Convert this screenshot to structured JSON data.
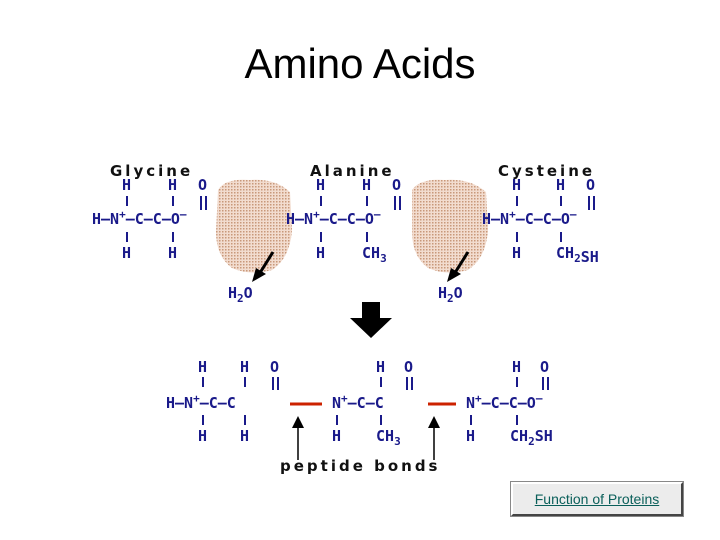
{
  "slide": {
    "title": "Amino Acids",
    "link_label": "Function of Proteins"
  },
  "diagram": {
    "amino_acids": [
      {
        "name": "Glycine",
        "side_chain": "H"
      },
      {
        "name": "Alanine",
        "side_chain": "CH3"
      },
      {
        "name": "Cysteine",
        "side_chain": "CH2SH"
      }
    ],
    "water_label": "H2O",
    "bond_label": "peptide bonds",
    "colors": {
      "atoms": "#1a1a8a",
      "bonds": "#cc2200",
      "water_zone": "#e3c8b8",
      "link_text": "#0a5f5a"
    }
  }
}
